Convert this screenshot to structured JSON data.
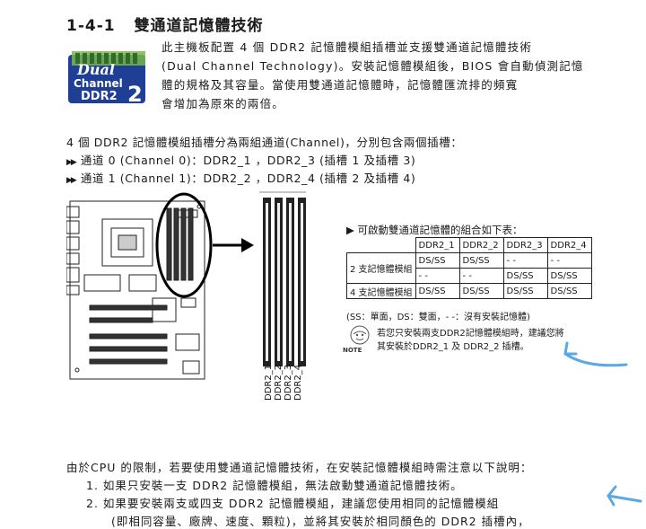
{
  "heading": {
    "number": "1-4-1",
    "title": "雙通道記憶體技術"
  },
  "logo": {
    "line1": "Dual",
    "line2": "Channel",
    "line3": "DDR2"
  },
  "intro": {
    "line1": "此主機板配置 4 個 DDR2 記憶體模組插槽並支援雙通道記憶體技術",
    "line2": "(Dual Channel Technology)。安裝記憶體模組後，BIOS 會自動偵測記憶",
    "line3": "體的規格及其容量。當使用雙通道記憶體時，記憶體匯流排的頻寬",
    "line4": "會增加為原來的兩倍。"
  },
  "channels": {
    "summary": "4 個 DDR2 記憶體模組插槽分為兩組通道(Channel)，分別包含兩個插槽：",
    "bullet_glyph": "▶▶",
    "channel0": "通道 0 (Channel 0)：DDR2_1 ，DDR2_3 (插槽 1 及插槽 3)",
    "channel1": "通道 1 (Channel 1)：DDR2_2 ，DDR2_4 (插槽 2 及插槽 4)"
  },
  "slot_labels": [
    "DDR2_1",
    "DDR2_2",
    "DDR2_3",
    "DDR2_4"
  ],
  "combo": {
    "title_glyph": "▶",
    "title": "可啟動雙通道記憶體的組合如下表：",
    "headers": [
      "DDR2_1",
      "DDR2_2",
      "DDR2_3",
      "DDR2_4"
    ],
    "row_label_2": "2 支記憶體模組",
    "row_label_4": "4 支記憶體模組",
    "rows_2": [
      [
        "DS/SS",
        "DS/SS",
        "- -",
        "- -"
      ],
      [
        "- -",
        "- -",
        "DS/SS",
        "DS/SS"
      ]
    ],
    "row_4": [
      "DS/SS",
      "DS/SS",
      "DS/SS",
      "DS/SS"
    ],
    "legend": "(SS：單面，DS：雙面，- -：沒有安裝記憶體)"
  },
  "note": {
    "label": "NOTE",
    "line1": "若您只安裝兩支DDR2記憶體模組時，建議您將",
    "line2": "其安裝於DDR2_1 及 DDR2_2 插槽。"
  },
  "limits": {
    "intro": "由於CPU 的限制，若要使用雙通道記憶體技術，在安裝記憶體模組時需注意以下說明：",
    "item1": "1.  如果只安裝一支 DDR2 記憶體模組，無法啟動雙通道記憶體技術。",
    "item2": "2.  如果要安裝兩支或四支 DDR2 記憶體模組，建議您使用相同的記憶體模組",
    "item2_cont": "(即相同容量、廠牌、速度、顆粒)，並將其安裝於相同顏色的 DDR2 插槽內，"
  },
  "colors": {
    "annotation_blue": "#5aa8e6",
    "logo_blue": "#1f3f96",
    "logo_green": "#7ab54a"
  }
}
